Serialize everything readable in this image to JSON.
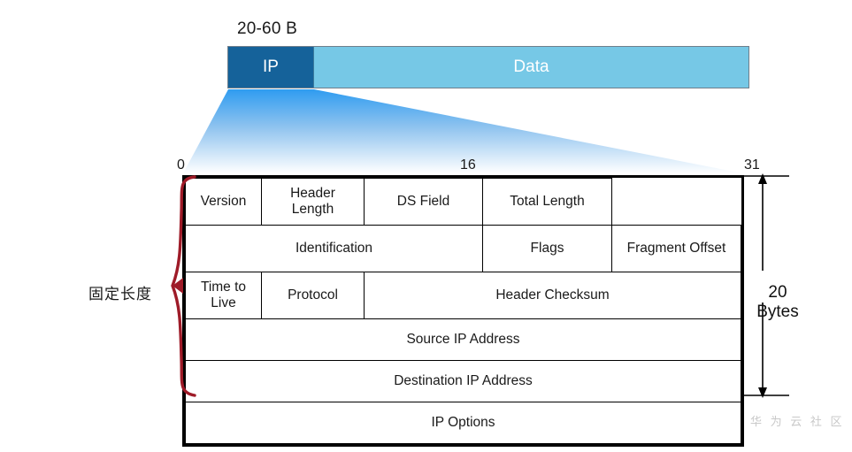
{
  "packet": {
    "size_label": "20-60 B",
    "header_cell": "IP",
    "payload_cell": "Data",
    "header_color": "#15629a",
    "payload_color": "#76c8e6"
  },
  "bit_ruler": {
    "start": "0",
    "middle": "16",
    "end": "31"
  },
  "header_table": {
    "rows": [
      {
        "cells": [
          {
            "label": "Version",
            "span": 1
          },
          {
            "label": "Header\nLength",
            "span": 1
          },
          {
            "label": "DS Field",
            "span": 1
          },
          {
            "label": "Total Length",
            "span": 1
          }
        ]
      },
      {
        "cells": [
          {
            "label": "Identification",
            "span": 1
          },
          {
            "label": "Flags",
            "span": 1
          },
          {
            "label": "Fragment Offset",
            "span": 1
          }
        ]
      },
      {
        "cells": [
          {
            "label": "Time to Live",
            "span": 1
          },
          {
            "label": "Protocol",
            "span": 1
          },
          {
            "label": "Header Checksum",
            "span": 1
          }
        ]
      },
      {
        "cells": [
          {
            "label": "Source IP Address",
            "span": 1
          }
        ]
      },
      {
        "cells": [
          {
            "label": "Destination IP Address",
            "span": 1
          }
        ]
      },
      {
        "cells": [
          {
            "label": "IP  Options",
            "span": 1
          }
        ]
      }
    ],
    "r1c1": "Version",
    "r1c2_line1": "Header",
    "r1c2_line2": "Length",
    "r1c3": "DS Field",
    "r1c4": "Total Length",
    "r2c1": "Identification",
    "r2c2": "Flags",
    "r2c3": "Fragment Offset",
    "r3c1": "Time to Live",
    "r3c2": "Protocol",
    "r3c3": "Header Checksum",
    "r4c1": "Source IP Address",
    "r5c1": "Destination IP Address",
    "r6c1": "IP  Options"
  },
  "annotations": {
    "fixed_length_label": "固定长度",
    "fixed_length_color": "#9e1b28",
    "size_line1": "20",
    "size_line2": "Bytes"
  },
  "watermark": "华 为 云 社 区"
}
